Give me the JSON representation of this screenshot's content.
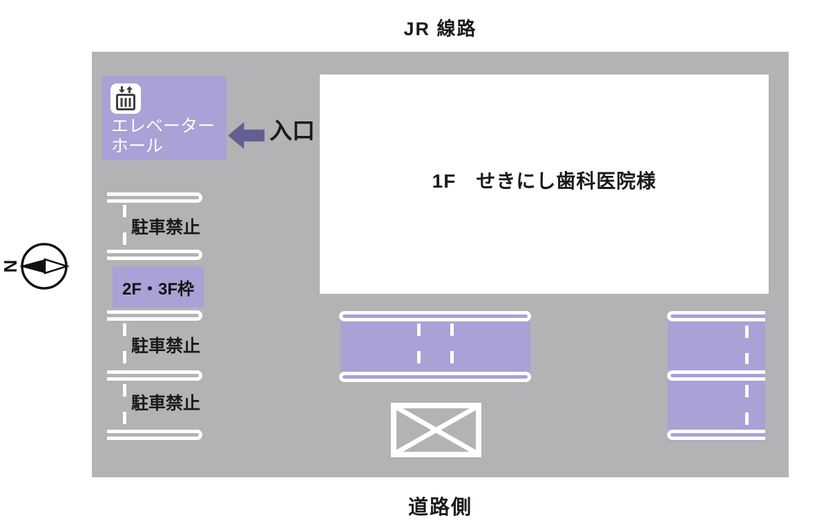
{
  "titles": {
    "top": "JR 線路",
    "bottom": "道路側"
  },
  "building": {
    "label": "1F　せきにし歯科医院様"
  },
  "elevator_hall": {
    "line1": "エレベーター",
    "line2": "ホール"
  },
  "entrance": {
    "label": "入口"
  },
  "parking": {
    "no_parking_labels": [
      "駐車禁止",
      "駐車禁止",
      "駐車禁止"
    ],
    "reserved_slot_label": "2F・3F枠"
  },
  "compass": {
    "north_letter": "N"
  },
  "colors": {
    "lot_gray": "#b3b2b4",
    "zone_purple": "#a8a2d6",
    "arrow_purple": "#645f92",
    "marking_white": "#ffffff",
    "text_black": "#1a1a1a"
  }
}
